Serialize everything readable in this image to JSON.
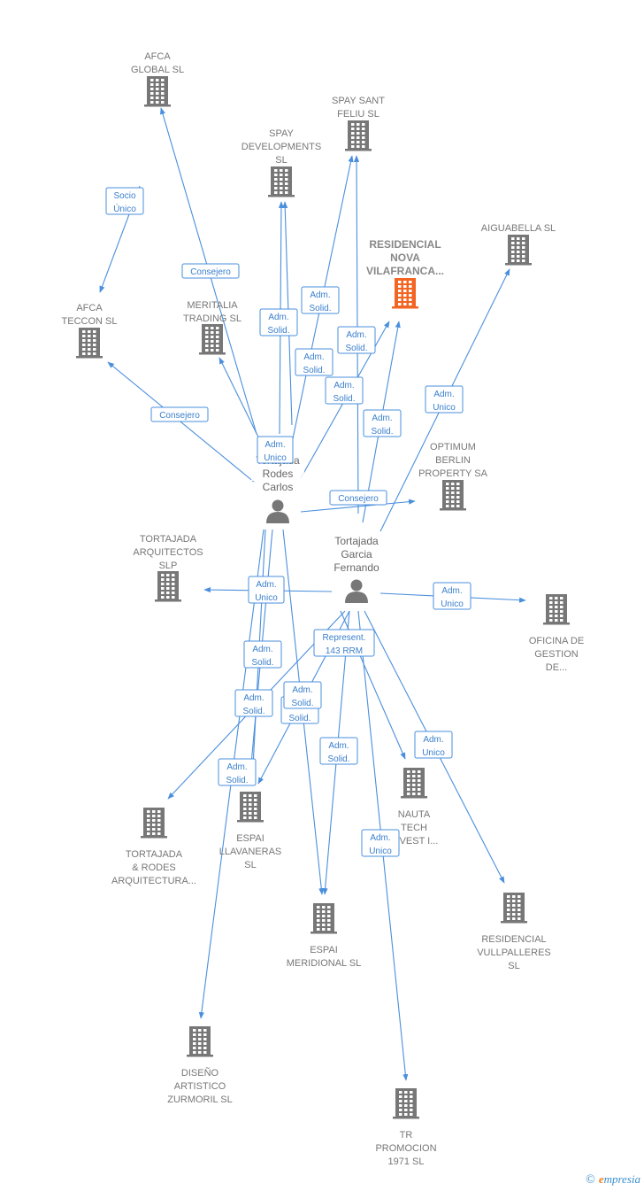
{
  "companies": [
    {
      "id": "afca_global",
      "lines": [
        "AFCA",
        "GLOBAL  SL"
      ]
    },
    {
      "id": "spay_sant",
      "lines": [
        "SPAY SANT",
        "FELIU  SL"
      ]
    },
    {
      "id": "spay_dev",
      "lines": [
        "SPAY",
        "DEVELOPMENTS",
        "SL"
      ]
    },
    {
      "id": "residencial_nova",
      "lines": [
        "RESIDENCIAL",
        "NOVA",
        "VILAFRANCA..."
      ],
      "focus": true
    },
    {
      "id": "aiguabella",
      "lines": [
        "AIGUABELLA SL"
      ]
    },
    {
      "id": "afca_teccon",
      "lines": [
        "AFCA",
        "TECCON  SL"
      ]
    },
    {
      "id": "meritalia",
      "lines": [
        "MERITALIA",
        "TRADING SL"
      ]
    },
    {
      "id": "optimum",
      "lines": [
        "OPTIMUM",
        "BERLIN",
        "PROPERTY SA"
      ]
    },
    {
      "id": "tortajada_arq",
      "lines": [
        "TORTAJADA",
        "ARQUITECTOS",
        "SLP"
      ]
    },
    {
      "id": "oficina",
      "lines": [
        "OFICINA DE",
        "GESTION",
        "DE..."
      ]
    },
    {
      "id": "nauta",
      "lines": [
        "NAUTA",
        "TECH",
        "INVEST I..."
      ]
    },
    {
      "id": "tortajada_rodes",
      "lines": [
        "TORTAJADA",
        "& RODES",
        "ARQUITECTURA..."
      ]
    },
    {
      "id": "espai_llav",
      "lines": [
        "ESPAI",
        "LLAVANERAS",
        "SL"
      ]
    },
    {
      "id": "espai_mer",
      "lines": [
        "ESPAI",
        "MERIDIONAL SL"
      ]
    },
    {
      "id": "residencial_vull",
      "lines": [
        "RESIDENCIAL",
        "VULLPALLERES",
        "SL"
      ]
    },
    {
      "id": "diseno",
      "lines": [
        "DISEÑO",
        "ARTISTICO",
        "ZURMORIL  SL"
      ]
    },
    {
      "id": "tr_promocion",
      "lines": [
        "TR",
        "PROMOCION",
        "1971  SL"
      ]
    }
  ],
  "persons": [
    {
      "id": "p1",
      "lines": [
        "Tortajada",
        "Rodes",
        "Carlos"
      ]
    },
    {
      "id": "p2",
      "lines": [
        "Tortajada",
        "Garcia",
        "Fernando"
      ]
    }
  ],
  "edges": [
    {
      "id": "e1",
      "lines": [
        "Socio",
        "Único"
      ]
    },
    {
      "id": "e2",
      "lines": [
        "Consejero"
      ]
    },
    {
      "id": "e3",
      "lines": [
        "Adm.",
        "Solid."
      ]
    },
    {
      "id": "e4",
      "lines": [
        "Adm.",
        "Solid."
      ]
    },
    {
      "id": "e5",
      "lines": [
        "Adm.",
        "Solid."
      ]
    },
    {
      "id": "e6",
      "lines": [
        "Adm.",
        "Solid."
      ]
    },
    {
      "id": "e7",
      "lines": [
        "Adm.",
        "Solid."
      ]
    },
    {
      "id": "e8",
      "lines": [
        "Adm.",
        "Solid."
      ]
    },
    {
      "id": "e9",
      "lines": [
        "Adm.",
        "Unico"
      ]
    },
    {
      "id": "e10",
      "lines": [
        "Consejero"
      ]
    },
    {
      "id": "e11",
      "lines": [
        "Adm.",
        "Unico"
      ]
    },
    {
      "id": "e12",
      "lines": [
        "Consejero"
      ]
    },
    {
      "id": "e13",
      "lines": [
        "Adm.",
        "Unico"
      ]
    },
    {
      "id": "e14",
      "lines": [
        "Adm.",
        "Unico"
      ]
    },
    {
      "id": "e15",
      "lines": [
        "Represent.",
        "143 RRM"
      ]
    },
    {
      "id": "e16",
      "lines": [
        "Adm.",
        "Solid."
      ]
    },
    {
      "id": "e17",
      "lines": [
        "Adm.",
        "Solid."
      ]
    },
    {
      "id": "e18",
      "lines": [
        "Adm.",
        "Solid."
      ]
    },
    {
      "id": "e19",
      "lines": [
        "Adm.",
        "Solid."
      ]
    },
    {
      "id": "e20",
      "lines": [
        "Adm.",
        "Solid."
      ]
    },
    {
      "id": "e21",
      "lines": [
        "Adm.",
        "Solid."
      ]
    },
    {
      "id": "e22",
      "lines": [
        "Adm.",
        "Unico"
      ]
    },
    {
      "id": "e23",
      "lines": [
        "Adm.",
        "Unico"
      ]
    }
  ],
  "colors": {
    "building": "#777777",
    "focus": "#f26522",
    "edge": "#4a8fdc",
    "person": "#777777"
  },
  "brand": {
    "copyright": "©",
    "name": "mpresia",
    "initial": "e"
  }
}
